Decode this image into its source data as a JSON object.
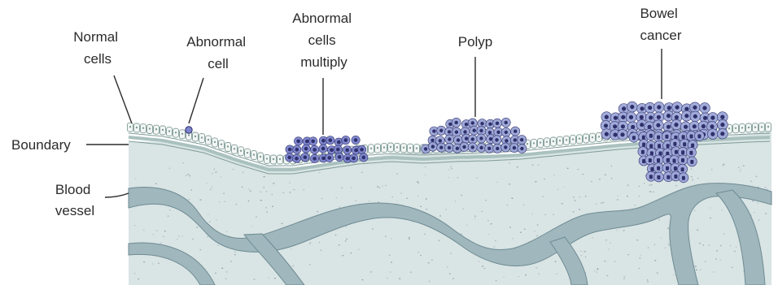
{
  "labels": {
    "normal_cells": [
      "Normal",
      "cells"
    ],
    "abnormal_cell": [
      "Abnormal",
      "cell"
    ],
    "abnormal_cells_multiply": [
      "Abnormal",
      "cells",
      "multiply"
    ],
    "polyp": [
      "Polyp"
    ],
    "bowel_cancer": [
      "Bowel",
      "cancer"
    ],
    "boundary": [
      "Boundary"
    ],
    "blood_vessel": [
      "Blood",
      "vessel"
    ]
  },
  "colors": {
    "tissue": "#d9e4e4",
    "tissue_speckle": "#7c8e98",
    "vessel": "#9fb7bd",
    "vessel_edge": "#6f8b93",
    "normal_cell_fill": "#f3f6f4",
    "cell_outline": "#7f9c98",
    "boundary_band": "#a9c1bf",
    "abnormal_cell_fill": "#7b83cc",
    "abnormal_nucleus": "#2e2f6b",
    "polyp_cell_fill": "#99a4d4",
    "cancer_cell_fill": "#9ea8d8"
  }
}
